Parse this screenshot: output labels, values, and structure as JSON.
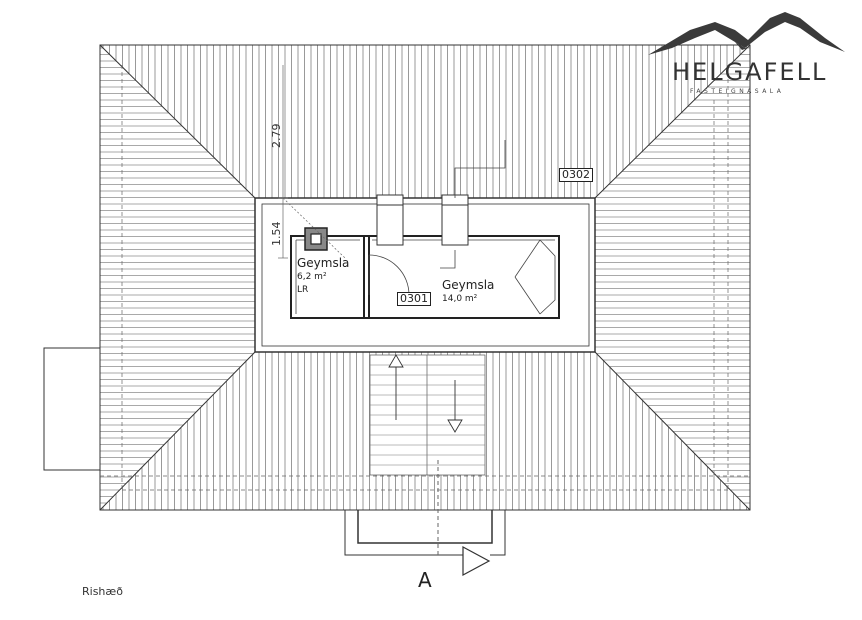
{
  "logo": {
    "name": "HELGAFELL",
    "subtitle": "FASTEIGNASALA"
  },
  "floor_label": "Rishæð",
  "section_marker": "A",
  "units": [
    {
      "id": "0302"
    },
    {
      "id": "0301"
    }
  ],
  "rooms": [
    {
      "name": "Geymsla",
      "area": "6,2 m²",
      "code": "LR"
    },
    {
      "name": "Geymsla",
      "area": "14,0 m²"
    }
  ],
  "dimensions": [
    "2.79",
    "1.54"
  ],
  "colors": {
    "line": "#333333",
    "roof_hatch": "#555555",
    "chimney": "#888888"
  }
}
